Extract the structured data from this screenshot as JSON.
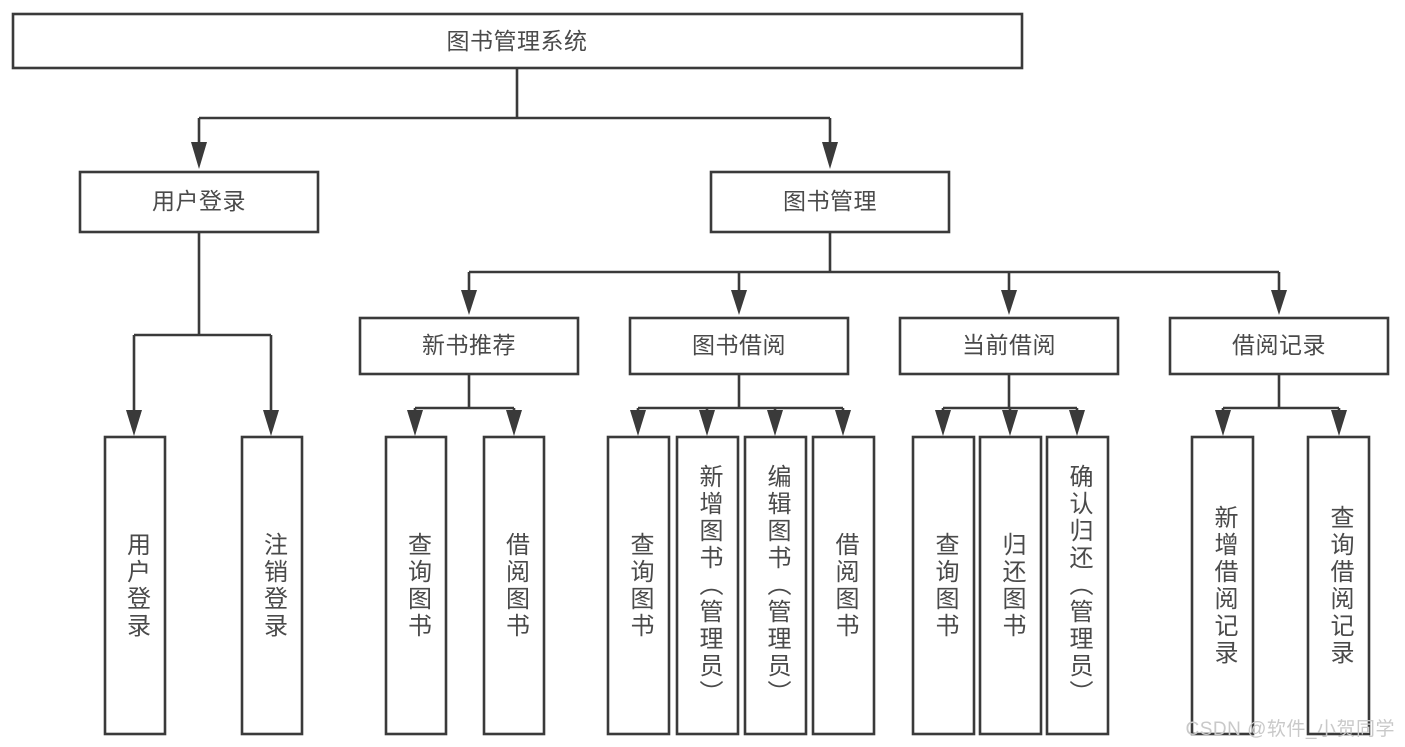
{
  "diagram": {
    "type": "tree",
    "title": "图书管理系统",
    "colors": {
      "stroke": "#3a3a3a",
      "box_fill": "#ffffff",
      "text": "#4a4a4a",
      "background": "#ffffff",
      "watermark": "#c9c9c9"
    },
    "root": {
      "label": "图书管理系统"
    },
    "level2": [
      {
        "label": "用户登录"
      },
      {
        "label": "图书管理"
      }
    ],
    "level3": [
      {
        "label": "新书推荐"
      },
      {
        "label": "图书借阅"
      },
      {
        "label": "当前借阅"
      },
      {
        "label": "借阅记录"
      }
    ],
    "leaves": {
      "user_login": [
        {
          "label": "用户登录"
        },
        {
          "label": "注销登录"
        }
      ],
      "new_book_recommend": [
        {
          "label": "查询图书"
        },
        {
          "label": "借阅图书"
        }
      ],
      "book_borrow": [
        {
          "label": "查询图书"
        },
        {
          "label": "新增图书（管理员）"
        },
        {
          "label": "编辑图书（管理员）"
        },
        {
          "label": "借阅图书"
        }
      ],
      "current_borrow": [
        {
          "label": "查询图书"
        },
        {
          "label": "归还图书"
        },
        {
          "label": "确认归还（管理员）"
        }
      ],
      "borrow_record": [
        {
          "label": "新增借阅记录"
        },
        {
          "label": "查询借阅记录"
        }
      ]
    }
  },
  "watermark": {
    "text": "CSDN @软件_小贺同学"
  }
}
